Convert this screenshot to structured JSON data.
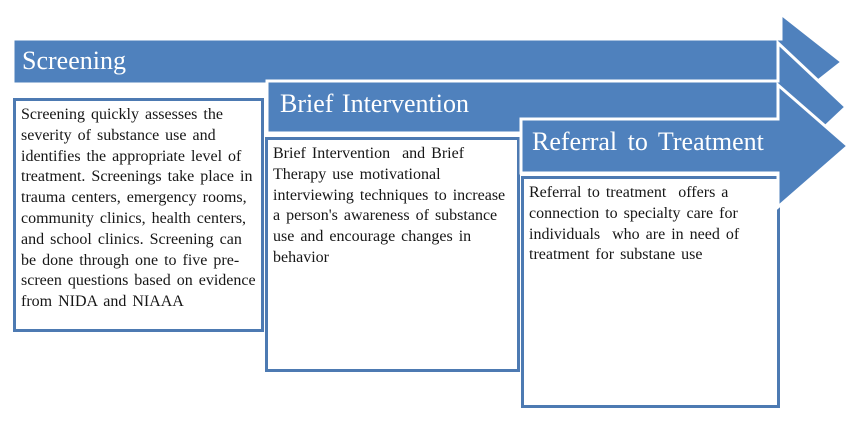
{
  "colors": {
    "arrow_fill": "#4f81bd",
    "arrow_outline": "#ffffff",
    "box_border": "#4d7ab2",
    "title_text": "#ffffff",
    "body_text": "#161616",
    "background": "#ffffff"
  },
  "steps": [
    {
      "title": "Screening",
      "description_lines": [
        "Screening quickly assesses the",
        "severity of substance use and",
        "identifies the appropriate level of",
        "treatment. Screenings take place in",
        "trauma centers, emergency rooms,",
        "community clinics, health centers,",
        "and school clinics. Screening can",
        "be done through one to five pre-",
        "screen questions based on evidence",
        "from NIDA and NIAAA"
      ]
    },
    {
      "title": "Brief Intervention",
      "description_lines": [
        "Brief Intervention  and Brief",
        "Therapy use motivational",
        "interviewing techniques to increase",
        "a person's awareness of substance",
        "use and encourage changes in",
        "behavior"
      ]
    },
    {
      "title": "Referral to Treatment",
      "description_lines": [
        "Referral to treatment  offers a",
        "connection to specialty care for",
        "individuals  who are in need of",
        "treatment for substane use"
      ]
    }
  ]
}
